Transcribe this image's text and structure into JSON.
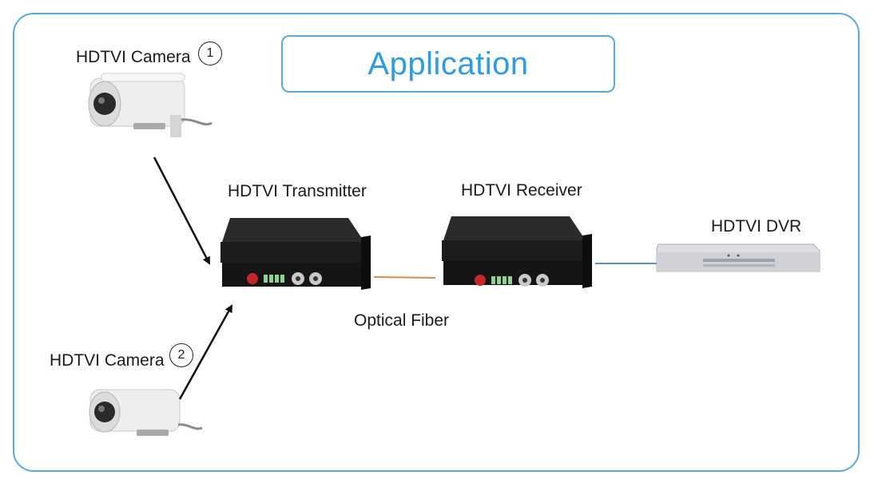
{
  "title": "Application",
  "nodes": {
    "camera1": {
      "label": "HDTVI Camera",
      "number": "1"
    },
    "camera2": {
      "label": "HDTVI Camera",
      "number": "2"
    },
    "transmitter": {
      "label": "HDTVI Transmitter"
    },
    "receiver": {
      "label": "HDTVI Receiver"
    },
    "dvr": {
      "label": "HDTVI DVR"
    }
  },
  "links": {
    "fiber": {
      "label": "Optical Fiber",
      "color": "#d98a4a"
    },
    "dvr_cable": {
      "color": "#5b8fd6"
    }
  },
  "colors": {
    "frame": "#5aa9dc",
    "title": "#2f9be0"
  }
}
